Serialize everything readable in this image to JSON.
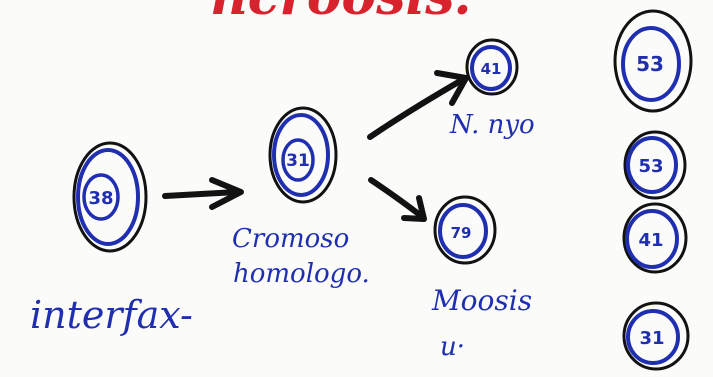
{
  "header_fragment": "ncroosis:",
  "colors": {
    "ink_blue": "#1f2fb0",
    "ink_dark": "#121212",
    "ink_red": "#d8232f",
    "paper": "#fbfbf9"
  },
  "cells": {
    "interphase": {
      "number": "38",
      "label": "interfax-"
    },
    "homologous": {
      "number": "31",
      "label_line1": "Cromoso",
      "label_line2": "homologo."
    },
    "n_top": {
      "number": "41",
      "label": "N. nyo"
    },
    "bottom": {
      "number": "79",
      "label_line1": "Moosis",
      "label_line2": "u·"
    }
  },
  "side_cells": [
    {
      "number": "53"
    },
    {
      "number": "53"
    },
    {
      "number": "41"
    },
    {
      "number": "31"
    }
  ]
}
